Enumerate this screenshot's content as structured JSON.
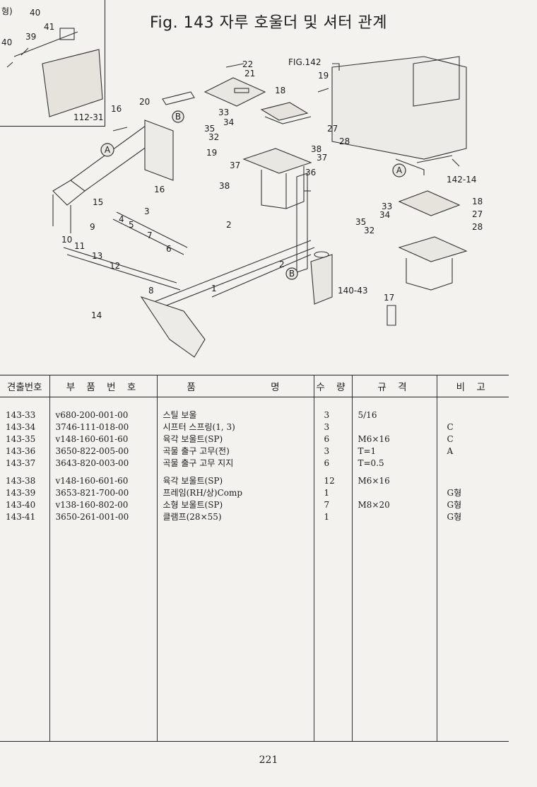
{
  "page": {
    "title": "Fig. 143  자루 호울더 및 셔터 관계",
    "page_number": "221"
  },
  "inset": {
    "label_top": "형)",
    "ref_number": "112-31",
    "callouts": [
      "40",
      "41",
      "39",
      "40"
    ]
  },
  "diagram": {
    "refs": {
      "fig142": "FIG.142",
      "ref_142_14": "142-14",
      "ref_140_43": "140-43"
    },
    "view_marks": {
      "a": "A",
      "b": "B"
    },
    "callouts": [
      "22",
      "21",
      "19",
      "18",
      "20",
      "16",
      "33",
      "34",
      "35",
      "32",
      "27",
      "28",
      "19",
      "38",
      "37",
      "37",
      "36",
      "38",
      "16",
      "15",
      "3",
      "2",
      "4",
      "5",
      "7",
      "9",
      "6",
      "10",
      "11",
      "13",
      "12",
      "2",
      "8",
      "1",
      "14",
      "17",
      "33",
      "34",
      "35",
      "32",
      "18",
      "27",
      "28"
    ]
  },
  "table": {
    "headers": [
      "견출번호",
      "부 품 번 호",
      "품 명",
      "수 량",
      "규 격",
      "비 고"
    ],
    "rows": [
      {
        "no": "143-33",
        "part": "v680-200-001-00",
        "name": "스틸 보울",
        "qty": "3",
        "spec": "5/16",
        "note": ""
      },
      {
        "no": "143-34",
        "part": "3746-111-018-00",
        "name": "시프터 스프링(1, 3)",
        "qty": "3",
        "spec": "",
        "note": "C"
      },
      {
        "no": "143-35",
        "part": "v148-160-601-60",
        "name": "육각 보울트(SP)",
        "qty": "6",
        "spec": "M6×16",
        "note": "C"
      },
      {
        "no": "143-36",
        "part": "3650-822-005-00",
        "name": "곡물 출구 고무(전)",
        "qty": "3",
        "spec": "T=1",
        "note": "A"
      },
      {
        "no": "143-37",
        "part": "3643-820-003-00",
        "name": "곡물 출구 고무 지지",
        "qty": "6",
        "spec": "T=0.5",
        "note": ""
      },
      {
        "no": "143-38",
        "part": "v148-160-601-60",
        "name": "육각 보울트(SP)",
        "qty": "12",
        "spec": "M6×16",
        "note": ""
      },
      {
        "no": "143-39",
        "part": "3653-821-700-00",
        "name": "프레임(RH/상)Comp",
        "qty": "1",
        "spec": "",
        "note": "G형"
      },
      {
        "no": "143-40",
        "part": "v138-160-802-00",
        "name": "소형 보울트(SP)",
        "qty": "7",
        "spec": "M8×20",
        "note": "G형"
      },
      {
        "no": "143-41",
        "part": "3650-261-001-00",
        "name": "클램프(28×55)",
        "qty": "1",
        "spec": "",
        "note": "G형"
      }
    ]
  }
}
